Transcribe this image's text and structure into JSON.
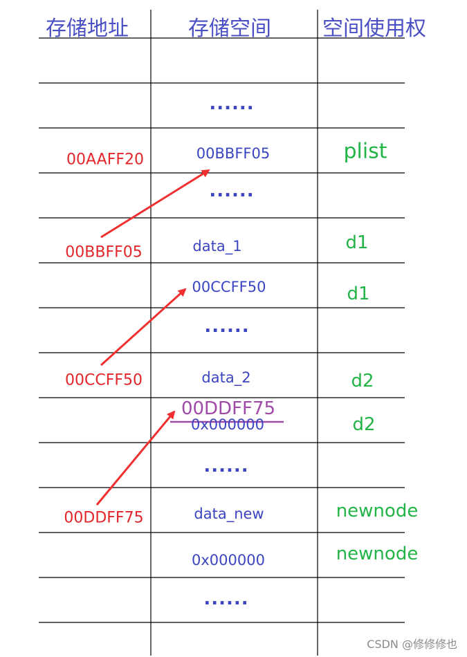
{
  "headers": {
    "address": "存储地址",
    "space": "存储空间",
    "ownership": "空间使用权"
  },
  "rows": [
    {
      "address": "",
      "space": "",
      "ownership": ""
    },
    {
      "address": "",
      "space": "......",
      "ownership": ""
    },
    {
      "address": "00AAFF20",
      "space": "00BBFF05",
      "ownership": "plist"
    },
    {
      "address": "",
      "space": "......",
      "ownership": ""
    },
    {
      "address": "00BBFF05",
      "space": "data_1",
      "ownership": "d1"
    },
    {
      "address": "",
      "space": "00CCFF50",
      "ownership": "d1"
    },
    {
      "address": "",
      "space": "......",
      "ownership": ""
    },
    {
      "address": "00CCFF50",
      "space": "data_2",
      "ownership": "d2"
    },
    {
      "address": "",
      "space": "0x000000",
      "space_overwrite": "00DDFF75",
      "ownership": "d2"
    },
    {
      "address": "",
      "space": "......",
      "ownership": ""
    },
    {
      "address": "00DDFF75",
      "space": "data_new",
      "ownership": "newnode"
    },
    {
      "address": "",
      "space": "0x000000",
      "ownership": "newnode"
    },
    {
      "address": "",
      "space": "......",
      "ownership": ""
    }
  ],
  "colors": {
    "header": "#4a4fc4",
    "address": "#e3262b",
    "space": "#3b45c2",
    "ownership": "#22b447",
    "overwrite": "#a04aa8",
    "arrow": "#f03030"
  },
  "watermark": "CSDN @修修修也"
}
